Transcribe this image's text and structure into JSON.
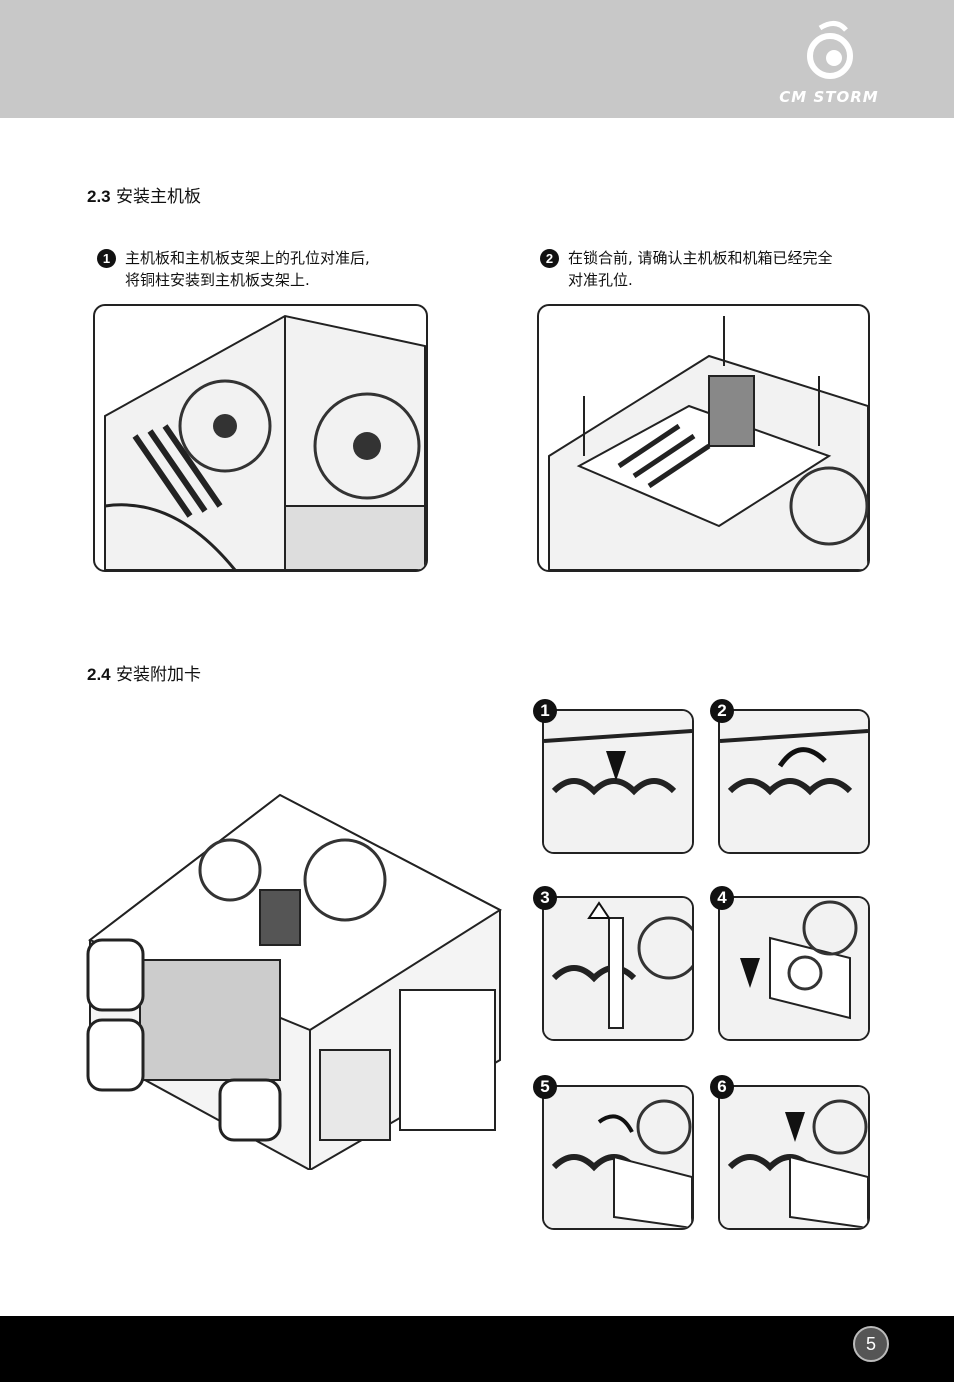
{
  "header": {
    "brand": "CM STORM",
    "bg_color": "#c8c8c8"
  },
  "section_23": {
    "number": "2.3",
    "title": "安装主机板",
    "steps": [
      {
        "num": "1",
        "text": "主机板和主机板支架上的孔位对准后,\n将铜柱安装到主机板支架上."
      },
      {
        "num": "2",
        "text": "在锁合前, 请确认主机板和机箱已经完全\n对准孔位."
      }
    ]
  },
  "section_24": {
    "number": "2.4",
    "title": "安装附加卡",
    "thumb_numbers": [
      "1",
      "2",
      "3",
      "4",
      "5",
      "6"
    ]
  },
  "footer": {
    "page_number": "5",
    "bg_color": "#000000"
  }
}
